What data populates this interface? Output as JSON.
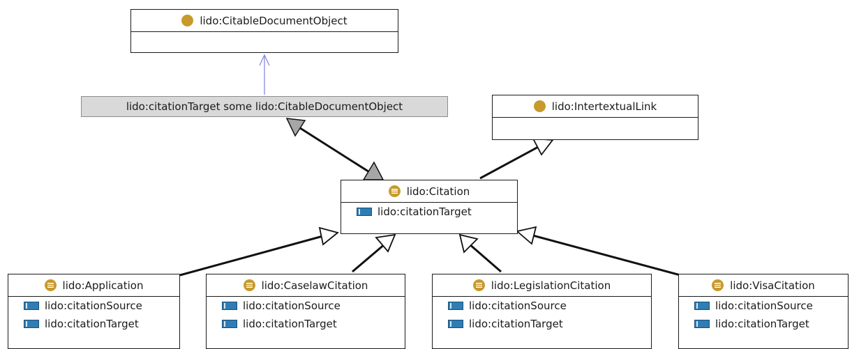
{
  "restriction": {
    "label": "lido:citationTarget some lido:CitableDocumentObject"
  },
  "classes": {
    "citable_document_object": {
      "name": "lido:CitableDocumentObject",
      "icon": "class-icon",
      "properties": []
    },
    "intertextual_link": {
      "name": "lido:IntertextualLink",
      "icon": "class-icon",
      "properties": []
    },
    "citation": {
      "name": "lido:Citation",
      "icon": "defined-class-icon",
      "properties": [
        "lido:citationTarget"
      ]
    },
    "application": {
      "name": "lido:Application",
      "icon": "defined-class-icon",
      "properties": [
        "lido:citationSource",
        "lido:citationTarget"
      ]
    },
    "caselaw_citation": {
      "name": "lido:CaselawCitation",
      "icon": "defined-class-icon",
      "properties": [
        "lido:citationSource",
        "lido:citationTarget"
      ]
    },
    "legislation_citation": {
      "name": "lido:LegislationCitation",
      "icon": "defined-class-icon",
      "properties": [
        "lido:citationSource",
        "lido:citationTarget"
      ]
    },
    "visa_citation": {
      "name": "lido:VisaCitation",
      "icon": "defined-class-icon",
      "properties": [
        "lido:citationSource",
        "lido:citationTarget"
      ]
    }
  },
  "colors": {
    "class_icon": "#c89a2b",
    "property_icon": "#2f7db4",
    "restriction_fill": "#d9d9d9",
    "restriction_arrow": "#8a8ae6"
  }
}
